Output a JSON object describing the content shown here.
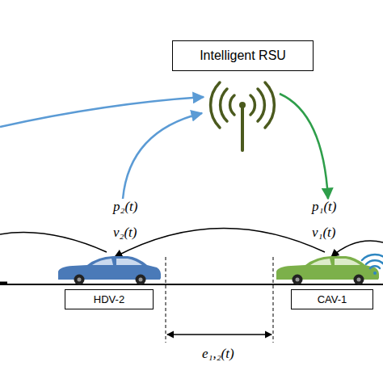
{
  "diagram": {
    "nodes": [
      {
        "text": [
          "Intelligent RSU"
        ]
      },
      {
        "text": [
          "HDV-2"
        ]
      },
      {
        "text": [
          "CAV-1"
        ]
      }
    ],
    "labels": [
      "p₂(t)",
      "v₂(t)",
      "p₁(t)",
      "v₁(t)",
      "e₁,₂(t)"
    ]
  }
}
